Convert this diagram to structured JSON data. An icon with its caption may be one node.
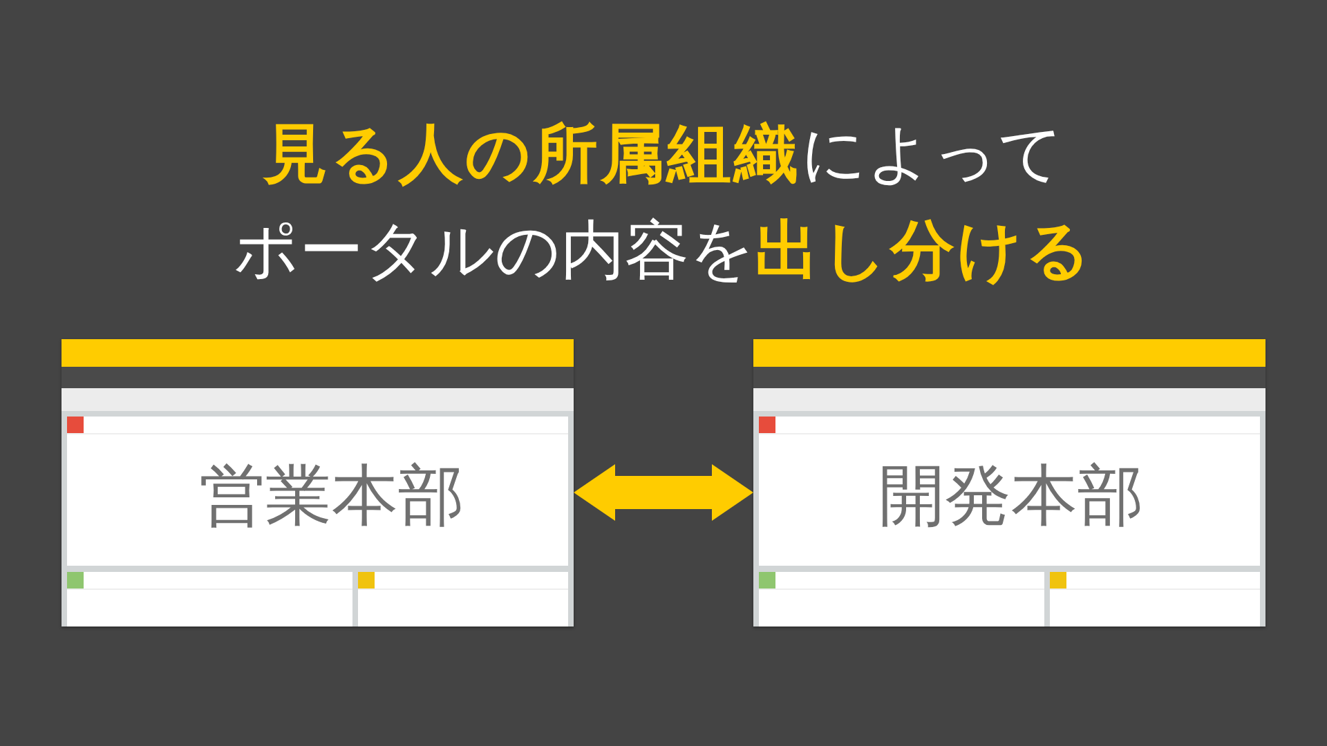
{
  "diagram": {
    "title": "**見る人の所属組織**によってポータルの内容を**出し分ける**",
    "nodes": [
      {
        "text": [
          "営業本部"
        ]
      },
      {
        "text": [
          "開発本部"
        ]
      }
    ],
    "edges": [
      {
        "from": 0,
        "to": 1,
        "arrow": "both"
      }
    ]
  }
}
